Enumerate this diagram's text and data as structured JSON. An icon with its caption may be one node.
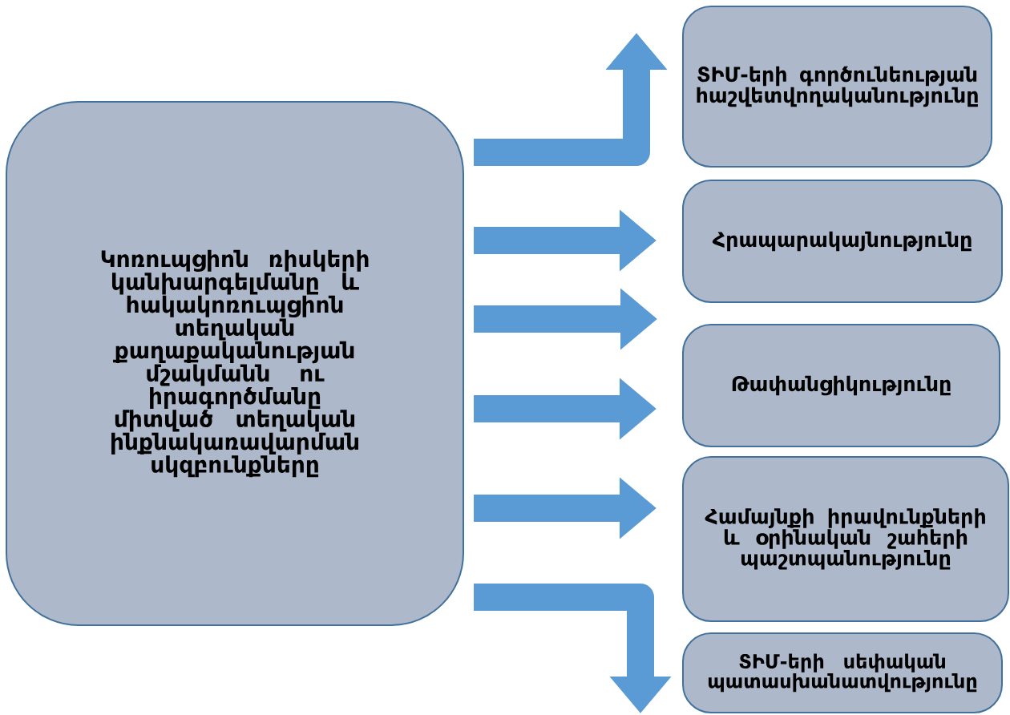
{
  "diagram": {
    "nodes": [
      {
        "text": [
          "Կոռուպցիոն ռիսկերի կանխարգելմանը և հակակոռուպցիոն տեղական քաղաքականության մշակմանն ու իրագործմանը միտված տեղական ինքնակառավարման սկզբունքները"
        ]
      },
      {
        "text": [
          "ՏԻՄ-երի գործունեության հաշվետվողականությունը"
        ]
      },
      {
        "text": [
          "Հրապարակայնությունը"
        ]
      },
      {
        "text": [
          "Թափանցիկությունը"
        ]
      },
      {
        "text": [
          "Համայնքի իրավունքների և օրինական շահերի պաշտպանությունը"
        ]
      },
      {
        "text": [
          "ՏԻՄ-երի սեփական պատասխանատվությունը"
        ]
      }
    ],
    "edges": [
      {
        "from": 0,
        "to": 1,
        "arrow": "to"
      },
      {
        "from": 0,
        "to": 2,
        "arrow": "to"
      },
      {
        "from": 0,
        "to": null,
        "arrow": "to"
      },
      {
        "from": 0,
        "to": 3,
        "arrow": "to"
      },
      {
        "from": 0,
        "to": 4,
        "arrow": "to"
      },
      {
        "from": 0,
        "to": 5,
        "arrow": "to"
      }
    ]
  }
}
